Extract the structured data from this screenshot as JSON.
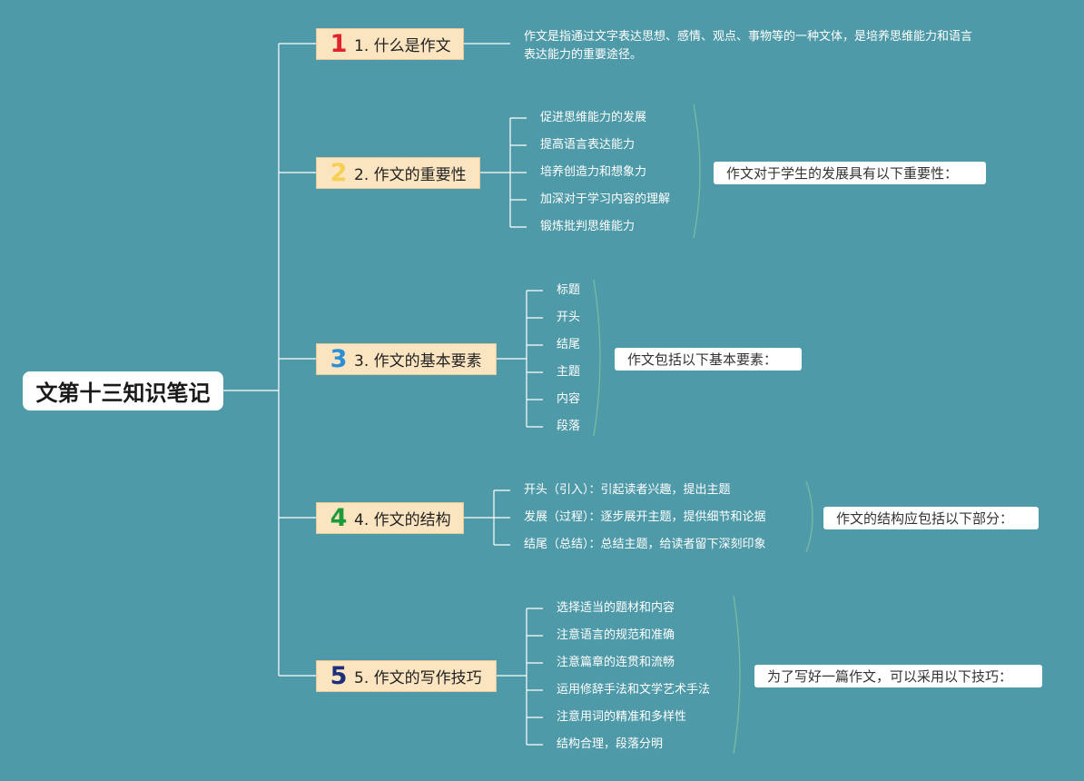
{
  "root": {
    "title": "文第十三知识笔记"
  },
  "colors": {
    "background": "#4f9aa8",
    "branch_fill": "#fbe4c0",
    "num1": "#e0242b",
    "num2": "#f7cf52",
    "num3": "#2b8fd6",
    "num4": "#1f9a3b",
    "num5": "#1f2e7a"
  },
  "branches": [
    {
      "num": "1",
      "title": "1. 什么是作文",
      "desc": "作文是指通过文字表达思想、感情、观点、事物等的一种文体，是培养思维能力和语言表达能力的重要途径。"
    },
    {
      "num": "2",
      "title": "2. 作文的重要性",
      "summary": "作文对于学生的发展具有以下重要性：",
      "items": [
        "促进思维能力的发展",
        "提高语言表达能力",
        "培养创造力和想象力",
        "加深对于学习内容的理解",
        "锻炼批判思维能力"
      ]
    },
    {
      "num": "3",
      "title": "3. 作文的基本要素",
      "summary": "作文包括以下基本要素：",
      "items": [
        "标题",
        "开头",
        "结尾",
        "主题",
        "内容",
        "段落"
      ]
    },
    {
      "num": "4",
      "title": "4. 作文的结构",
      "summary": "作文的结构应包括以下部分：",
      "items": [
        "开头（引入）：引起读者兴趣，提出主题",
        "发展（过程）：逐步展开主题，提供细节和论据",
        "结尾（总结）：总结主题，给读者留下深刻印象"
      ]
    },
    {
      "num": "5",
      "title": "5. 作文的写作技巧",
      "summary": "为了写好一篇作文，可以采用以下技巧：",
      "items": [
        "选择适当的题材和内容",
        "注意语言的规范和准确",
        "注意篇章的连贯和流畅",
        "运用修辞手法和文学艺术手法",
        "注意用词的精准和多样性",
        "结构合理，段落分明"
      ]
    }
  ]
}
